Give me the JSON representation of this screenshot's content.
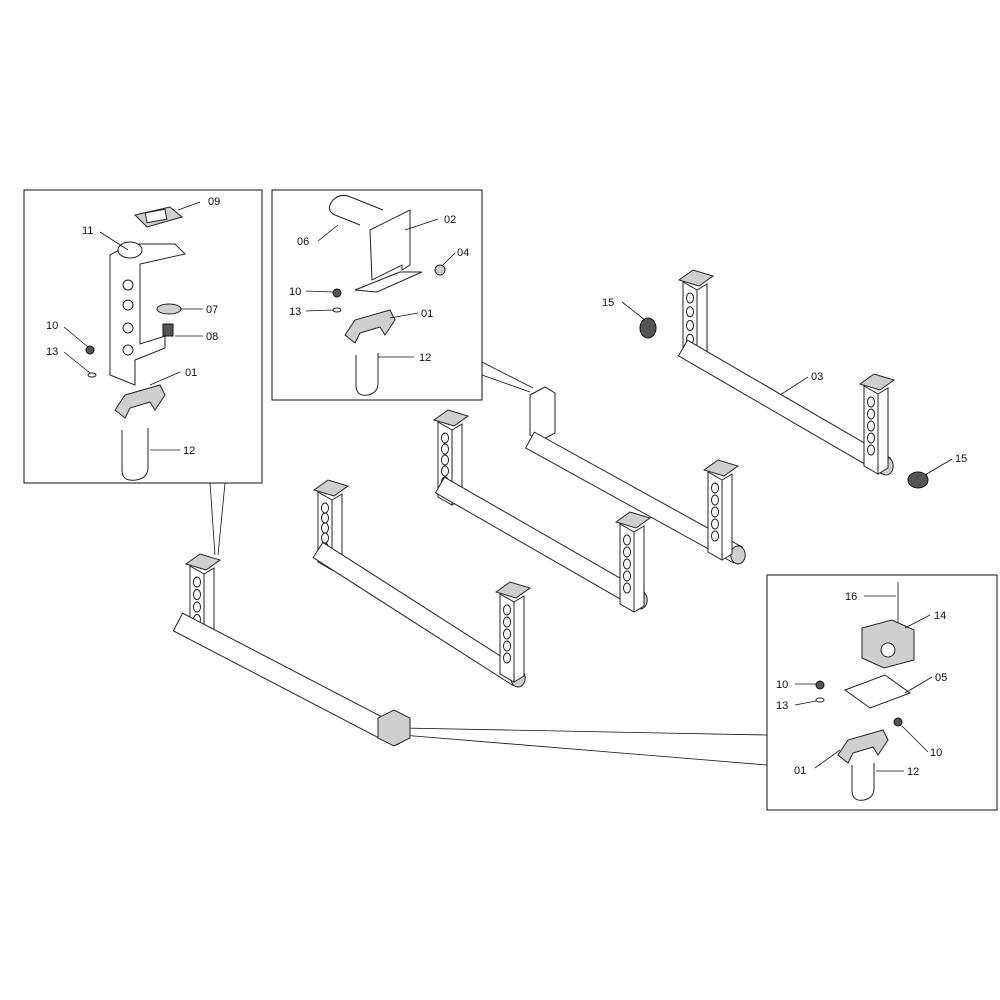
{
  "diagram": {
    "detail_a": {
      "callouts": [
        "09",
        "11",
        "07",
        "10",
        "08",
        "13",
        "01",
        "12"
      ]
    },
    "detail_b": {
      "callouts": [
        "02",
        "06",
        "04",
        "10",
        "13",
        "01",
        "12"
      ]
    },
    "main": {
      "callouts": [
        "15",
        "03",
        "15"
      ]
    },
    "detail_c": {
      "callouts": [
        "16",
        "14",
        "10",
        "05",
        "13",
        "10",
        "01",
        "12"
      ]
    }
  }
}
